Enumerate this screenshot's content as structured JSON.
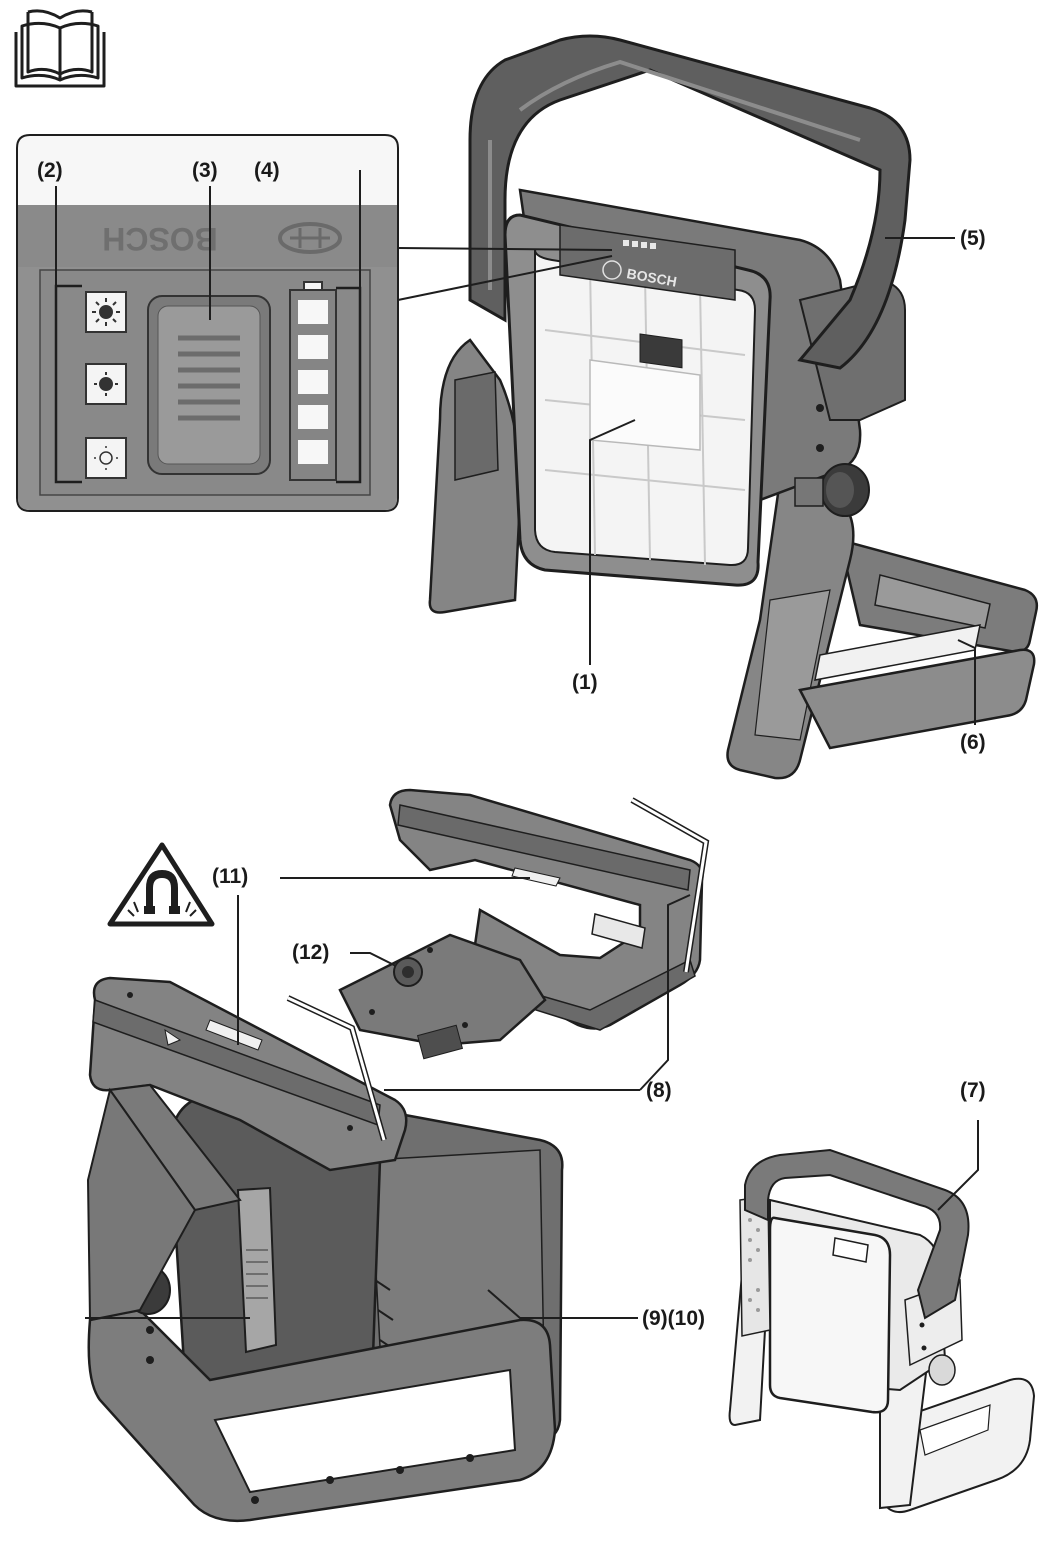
{
  "brand": "BOSCH",
  "callouts": {
    "c1": "(1)",
    "c2": "(2)",
    "c3": "(3)",
    "c4": "(4)",
    "c5": "(5)",
    "c6": "(6)",
    "c7": "(7)",
    "c8": "(8)",
    "c9_10": "(9)(10)",
    "c11": "(11)",
    "c12": "(12)"
  },
  "colors": {
    "housing": "#8a8a8a",
    "housing_dark": "#5e5e5e",
    "outline": "#1e1e1e",
    "lens": "#f4f4f4",
    "panel_bg": "#f6f6f6"
  },
  "icons": {
    "manual": "open-book-icon",
    "warning": "magnet-warning-icon",
    "brightness_high": "sun-high-icon",
    "brightness_mid": "sun-mid-icon",
    "brightness_low": "sun-low-icon",
    "battery": "battery-gauge-icon"
  }
}
